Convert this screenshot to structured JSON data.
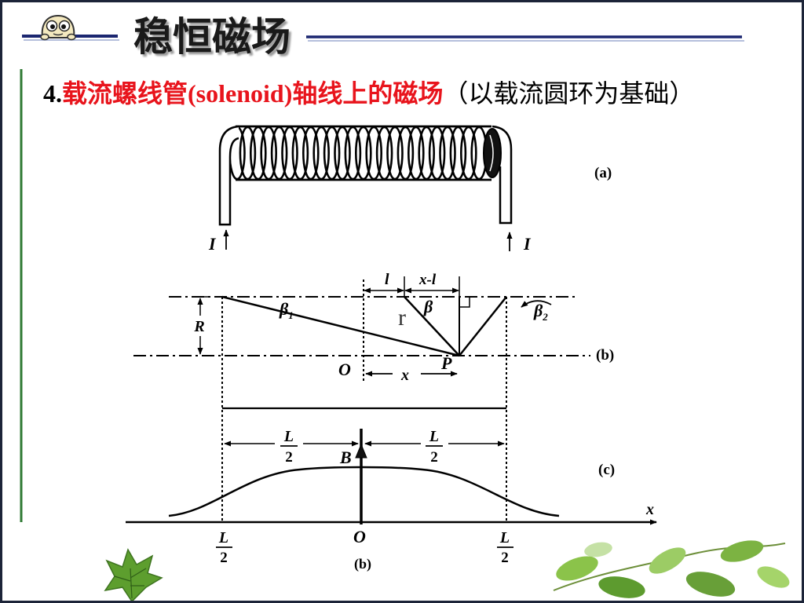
{
  "slide": {
    "title": "稳恒磁场",
    "heading": {
      "number": "4.",
      "topic": "载流螺线管(solenoid)轴线上的磁场",
      "note": "（以载流圆环为基础）"
    }
  },
  "figure": {
    "panel_a": {
      "caption": "(a)",
      "current_left": "I",
      "current_right": "I"
    },
    "panel_b": {
      "caption": "(b)",
      "radius": "R",
      "angle_beta1": {
        "symbol": "β",
        "sub": "1"
      },
      "angle_beta": "β",
      "angle_beta2": {
        "symbol": "β",
        "sub": "2"
      },
      "distance_r": "r",
      "segment_l": "l",
      "segment_x_minus_l": "x-l",
      "origin": "O",
      "position": "x",
      "field_point": "P"
    },
    "panel_c": {
      "caption": "(c)",
      "field_axis": "B",
      "x_axis": "x",
      "half_length_left": {
        "num": "L",
        "den": "2"
      },
      "half_length_right": {
        "num": "L",
        "den": "2"
      },
      "tick_left": {
        "num": "L",
        "den": "2"
      },
      "tick_right": {
        "num": "L",
        "den": "2"
      },
      "origin": "O",
      "figure_caption": "(b)"
    }
  },
  "colors": {
    "heading_accent": "#e8141c",
    "text": "#000000",
    "title_rule": "#1b2670",
    "side_rule": "#2f7a34",
    "frame": "#1c2438"
  },
  "icons": {
    "mascot": "mascot-icon",
    "leaves": "leaf-icon"
  }
}
